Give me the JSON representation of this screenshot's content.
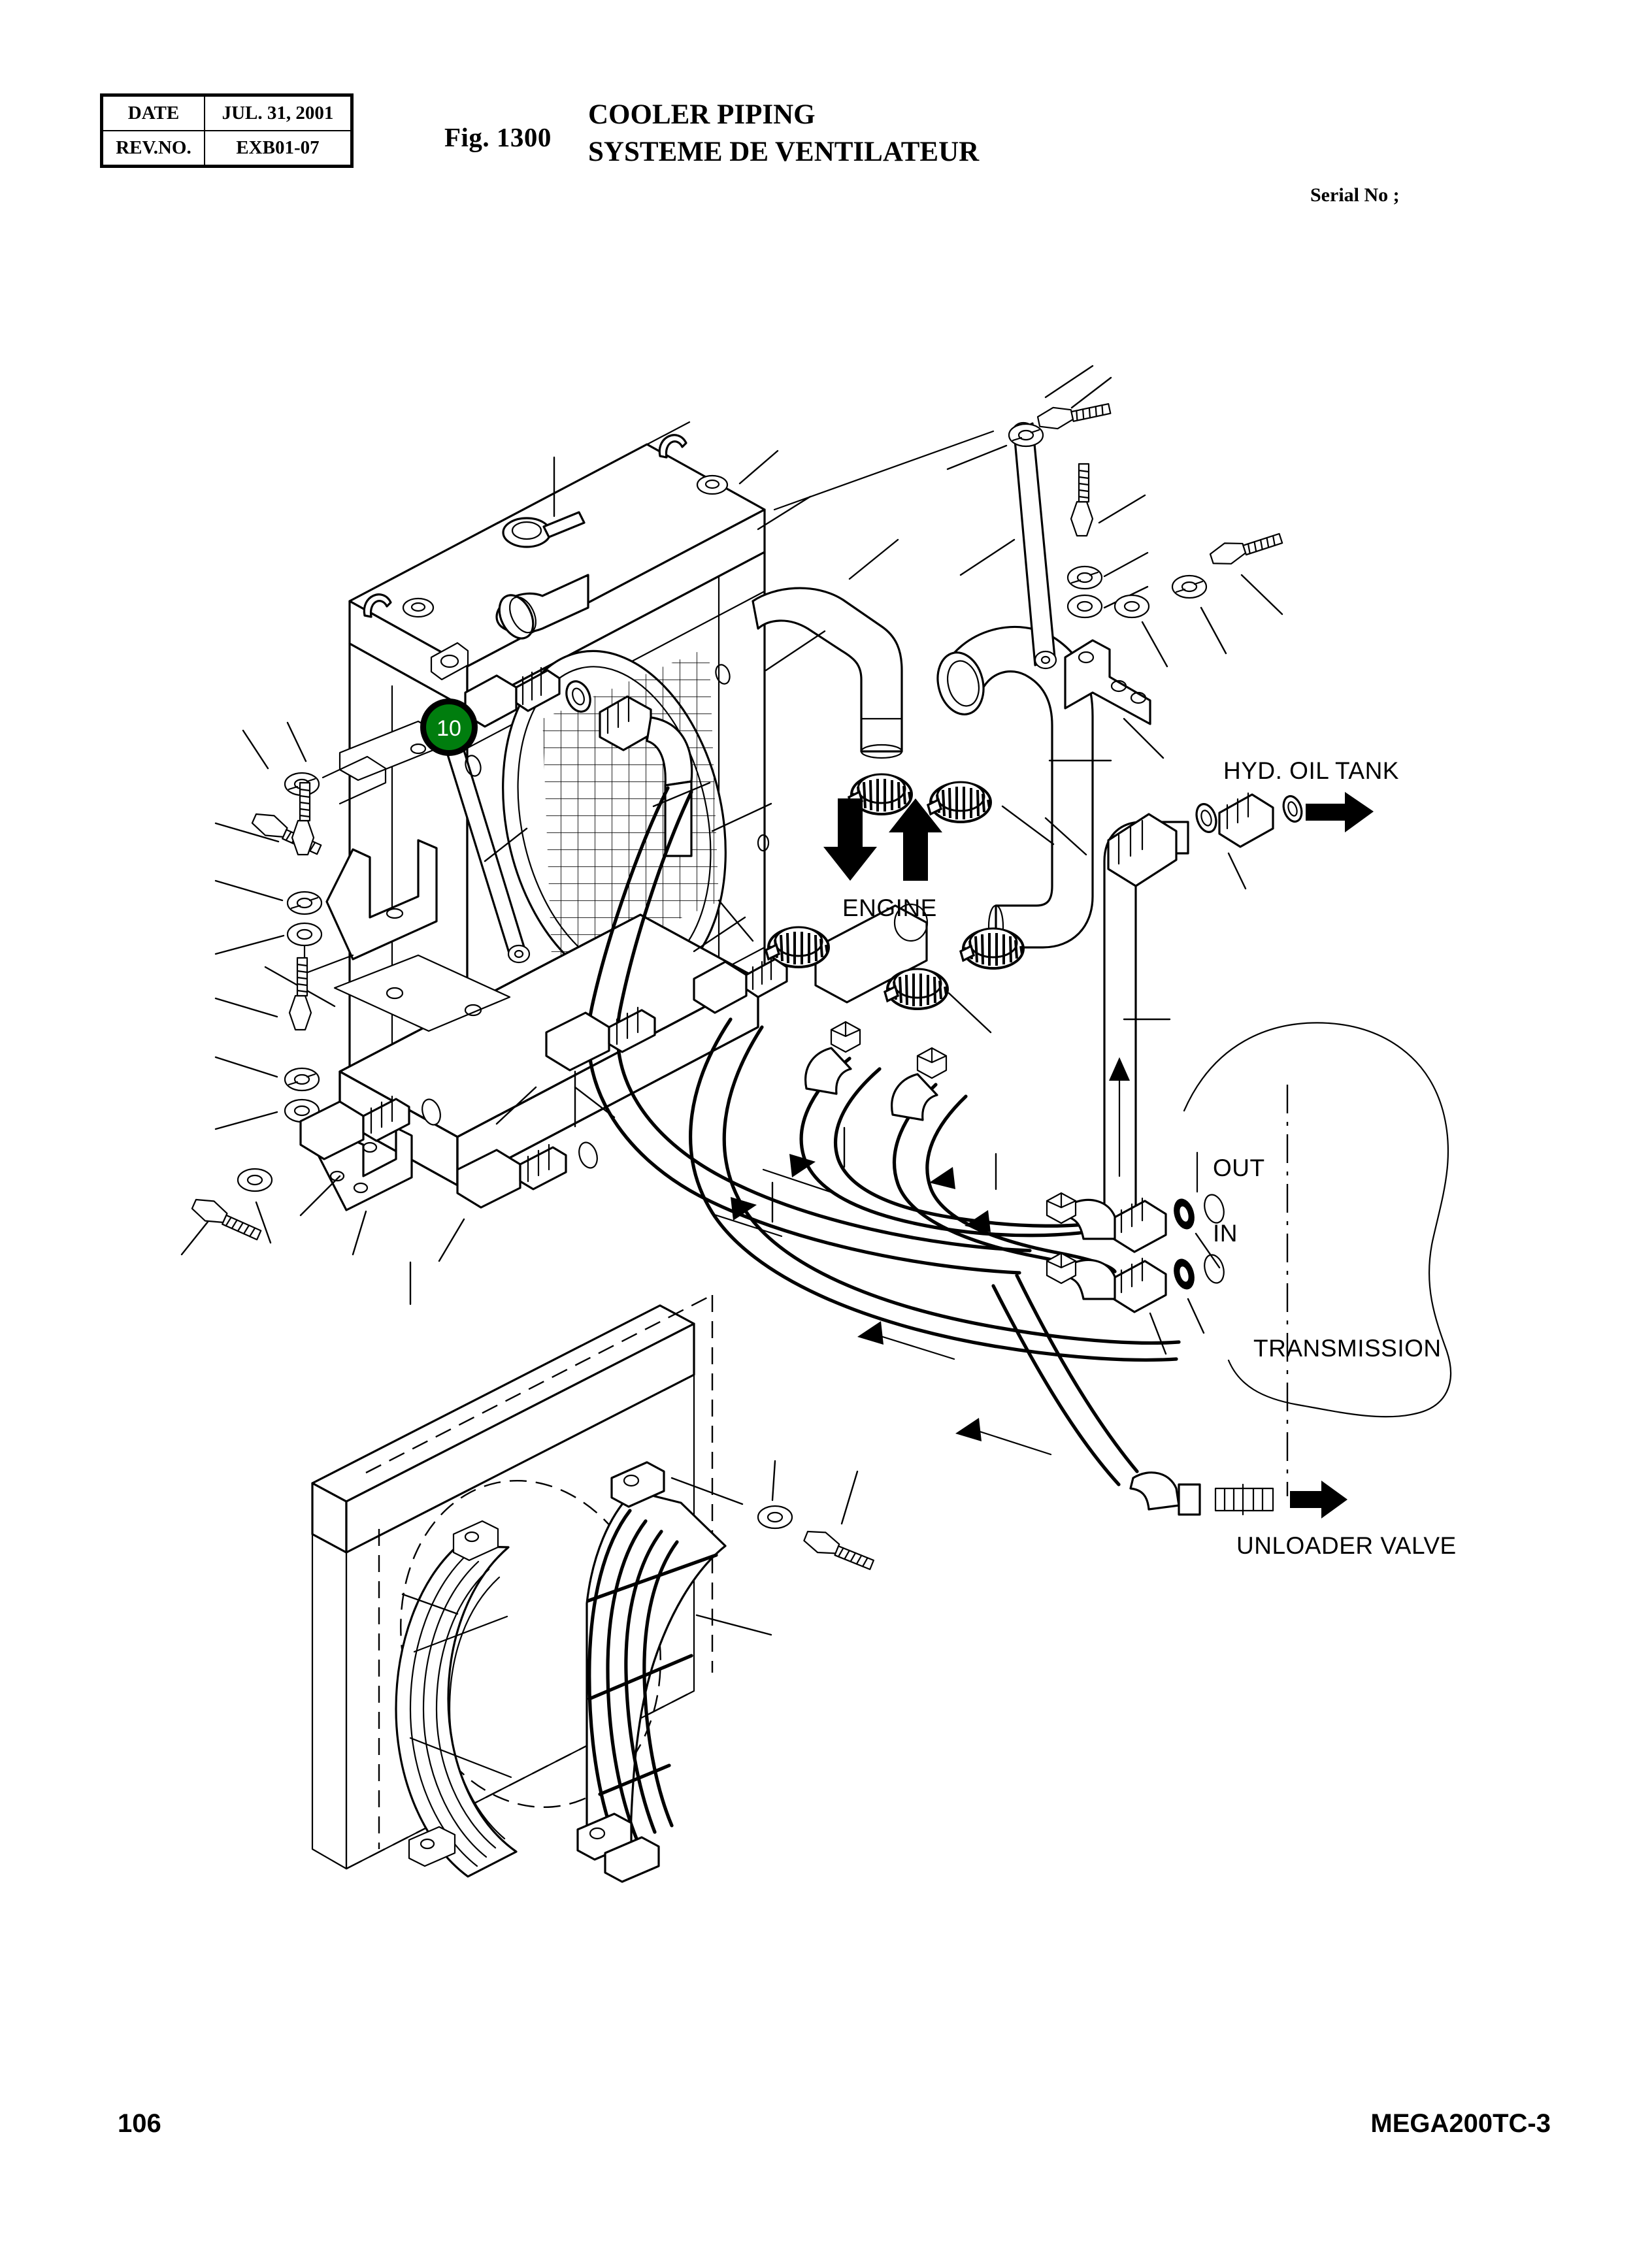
{
  "header": {
    "meta_rows": [
      {
        "key": "DATE",
        "value": "JUL. 31, 2001"
      },
      {
        "key": "REV.NO.",
        "value": "EXB01-07"
      }
    ],
    "fig_number": "Fig. 1300",
    "title_en": "COOLER PIPING",
    "title_fr": "SYSTEME DE VENTILATEUR",
    "serial_no_label": "Serial No ;"
  },
  "footer": {
    "page_number": "106",
    "model_code": "MEGA200TC-3"
  },
  "diagram": {
    "callouts": [
      {
        "id": "10",
        "number": "10",
        "color": "#007d0e",
        "text_color": "#ffffff"
      }
    ],
    "labels": {
      "engine": "ENGINE",
      "hyd_oil_tank": "HYD. OIL TANK",
      "transmission": "TRANSMISSION",
      "unloader_valve": "UNLOADER VALVE",
      "port_out": "OUT",
      "port_in": "IN"
    }
  }
}
